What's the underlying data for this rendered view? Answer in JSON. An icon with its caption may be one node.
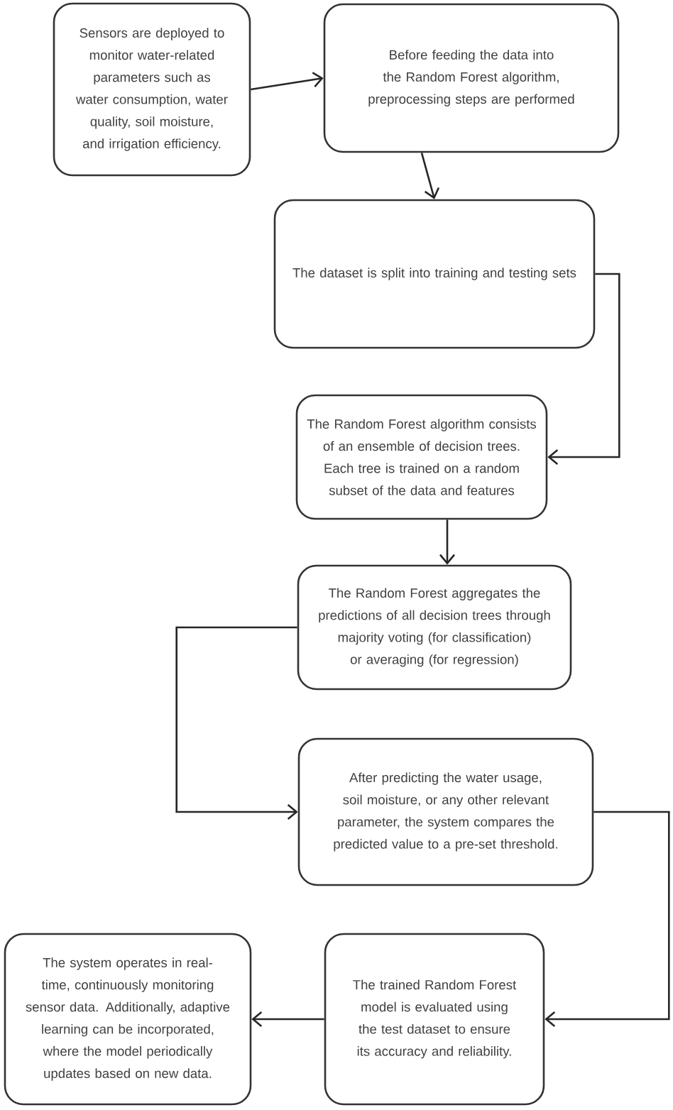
{
  "diagram": {
    "nodes": [
      {
        "text": [
          "Sensors are deployed to monitor water-related parameters such as water consumption, water quality, soil moisture, and irrigation efficiency."
        ]
      },
      {
        "text": [
          "Before feeding the data into the Random Forest algorithm, preprocessing steps are performed"
        ]
      },
      {
        "text": [
          "The dataset is split into training and testing sets"
        ]
      },
      {
        "text": [
          "The Random Forest algorithm consists of an ensemble of decision trees. Each tree is trained on a random subset of the data and features"
        ]
      },
      {
        "text": [
          "The Random Forest aggregates the predictions of all decision trees through majority voting (for classification) or averaging (for regression)"
        ]
      },
      {
        "text": [
          "After predicting the water usage, soil moisture, or any other relevant parameter, the system compares the predicted value to a pre-set threshold."
        ]
      },
      {
        "text": [
          "The trained Random Forest model is evaluated using the test dataset to ensure its accuracy and reliability."
        ]
      },
      {
        "text": [
          "The system operates in real-time, continuously monitoring sensor data. Additionally, adaptive learning can be incorporated, where the model periodically updates based on new data."
        ]
      }
    ],
    "edges": [
      {
        "from": 0,
        "to": 1,
        "arrow": "to"
      },
      {
        "from": 1,
        "to": 2,
        "arrow": "to"
      },
      {
        "from": 2,
        "to": 3,
        "arrow": "to"
      },
      {
        "from": 3,
        "to": 4,
        "arrow": "to"
      },
      {
        "from": 4,
        "to": 5,
        "arrow": "to"
      },
      {
        "from": 5,
        "to": 6,
        "arrow": "to"
      },
      {
        "from": 6,
        "to": 7,
        "arrow": "to"
      }
    ]
  }
}
